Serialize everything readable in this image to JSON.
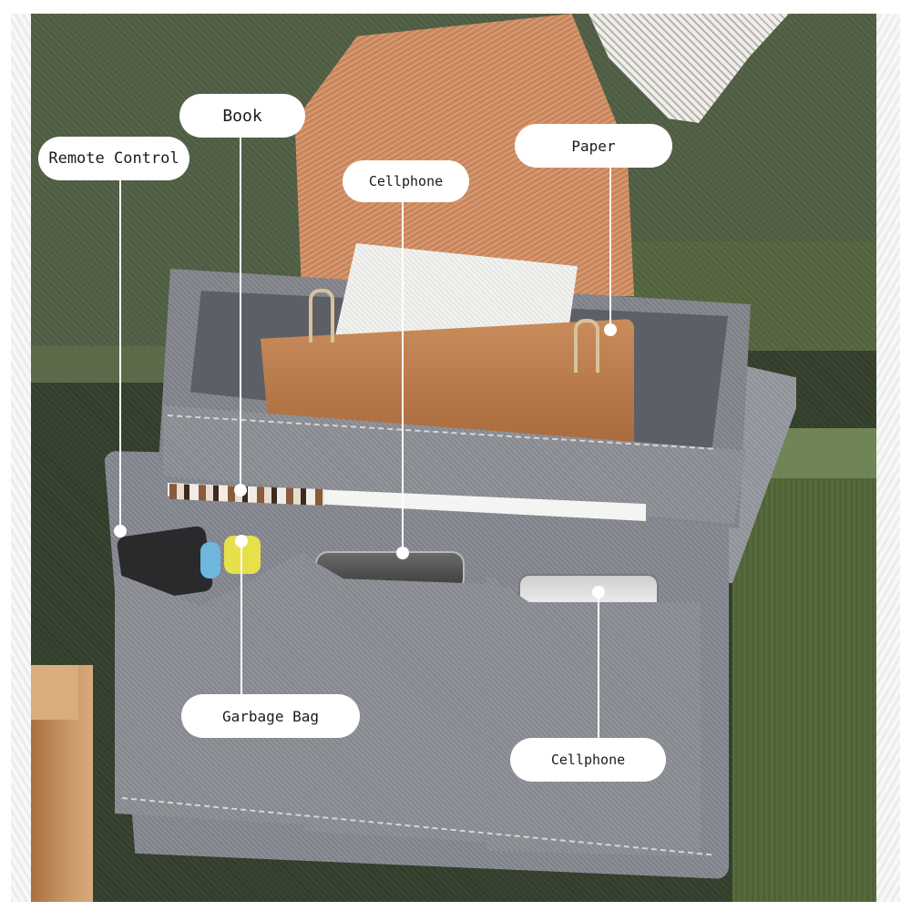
{
  "image": {
    "subject": "Sofa armrest organizer with tissue tray and pockets",
    "background_color": "#ffffff",
    "colors": {
      "sofa_green": "#52623e",
      "organizer_gray": "#8a8c92",
      "pillow_orange": "#cf8f64",
      "tissue_box_wood": "#b97a4a",
      "label_fill": "#ffffff",
      "label_text": "#1a1a1a"
    }
  },
  "annotations": [
    {
      "id": "remote-control",
      "label": "Remote Control"
    },
    {
      "id": "book",
      "label": "Book"
    },
    {
      "id": "cellphone-top",
      "label": "Cellphone"
    },
    {
      "id": "paper",
      "label": "Paper"
    },
    {
      "id": "garbage-bag",
      "label": "Garbage Bag"
    },
    {
      "id": "cellphone-bottom",
      "label": "Cellphone"
    }
  ]
}
